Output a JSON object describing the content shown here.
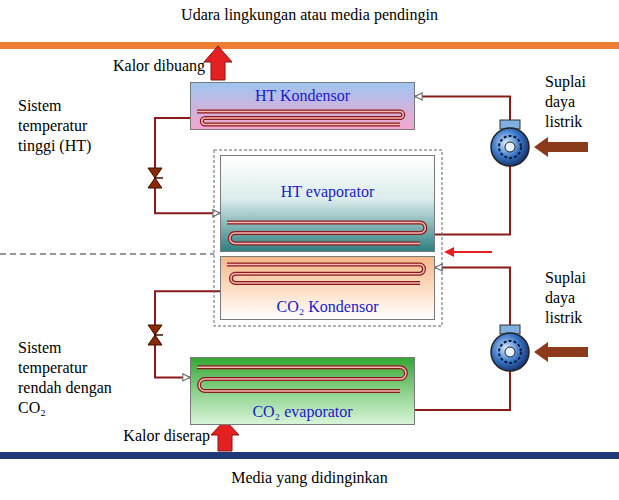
{
  "diagram": {
    "nodes": [
      {
        "text": [
          "HT Kondensor"
        ]
      },
      {
        "text": [
          "HT evaporator"
        ]
      },
      {
        "text": [
          "CO₂ Kondensor"
        ]
      },
      {
        "text": [
          "CO₂ evaporator"
        ]
      }
    ],
    "edges": [
      {
        "from": 0,
        "to": 1,
        "arrow": "to"
      },
      {
        "from": 1,
        "to": 0,
        "arrow": "to"
      },
      {
        "from": 2,
        "to": 3,
        "arrow": "to"
      },
      {
        "from": 3,
        "to": 2,
        "arrow": "to"
      }
    ],
    "labels": [
      "Udara lingkungan atau media pendingin",
      "Kalor dibuang",
      "Sistem temperatur tinggi (HT)",
      "Suplai daya listrik",
      "Suplai daya listrik",
      "Sistem temperatur rendah dengan CO₂",
      "Kalor diserap",
      "Media yang didinginkan"
    ]
  }
}
